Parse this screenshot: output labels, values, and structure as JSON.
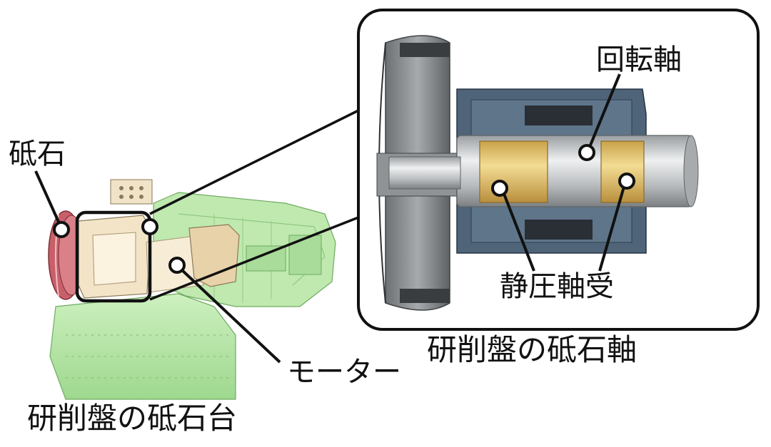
{
  "labels": {
    "grindstone": "砥石",
    "motor": "モーター",
    "base_caption": "研削盤の砥石台",
    "rotating_shaft": "回転軸",
    "hydrostatic_bearing": "静圧軸受",
    "spindle_caption": "研削盤の砥石軸"
  },
  "colors": {
    "machine_green": "#b8e6a8",
    "machine_green_dark": "#8ccc7c",
    "grindstone_red": "#c8606a",
    "bearing_gold": "#e0c069",
    "housing_blue": "#4f6478",
    "shaft_silver": "#c9cbcd",
    "wheel_gray": "#7f8385",
    "callout_frame": "#111111"
  }
}
